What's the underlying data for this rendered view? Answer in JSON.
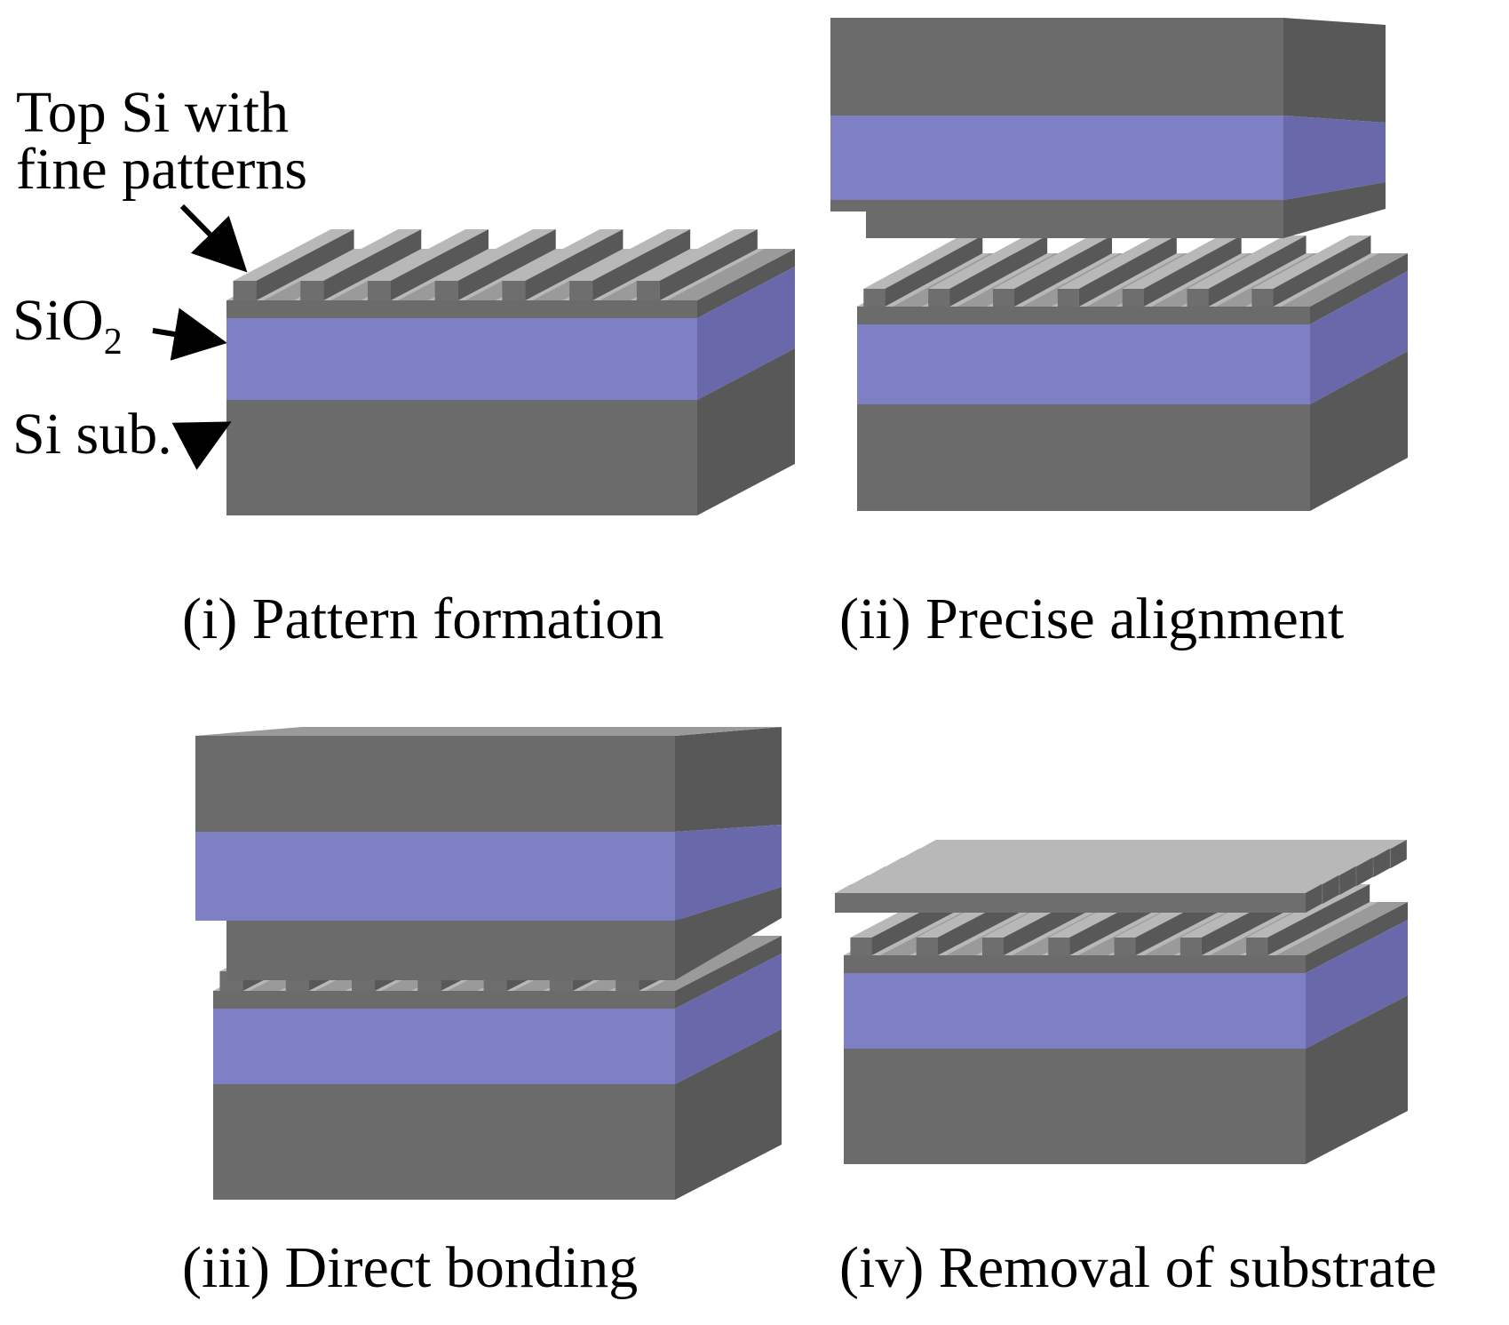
{
  "colors": {
    "si_front": "#6b6b6b",
    "si_side": "#585858",
    "si_top": "#9a9a9a",
    "oxide_front": "#7f7fc4",
    "oxide_side": "#6868aa",
    "rail_top": "#b8b8b8",
    "rail_front": "#6e6e6e",
    "arrow": "#000000",
    "background": "#ffffff"
  },
  "labels": {
    "top_si_line1": "Top Si with",
    "top_si_line2": "fine patterns",
    "sio2_main": "SiO",
    "sio2_sub": "2",
    "si_sub": "Si sub."
  },
  "captions": {
    "step1": "(i) Pattern formation",
    "step2": "(ii) Precise alignment",
    "step3": "(iii) Direct bonding",
    "step4": "(iv) Removal of substrate"
  },
  "panels": [
    {
      "step": "i",
      "name": "Pattern formation"
    },
    {
      "step": "ii",
      "name": "Precise alignment"
    },
    {
      "step": "iii",
      "name": "Direct bonding"
    },
    {
      "step": "iv",
      "name": "Removal of substrate"
    }
  ]
}
